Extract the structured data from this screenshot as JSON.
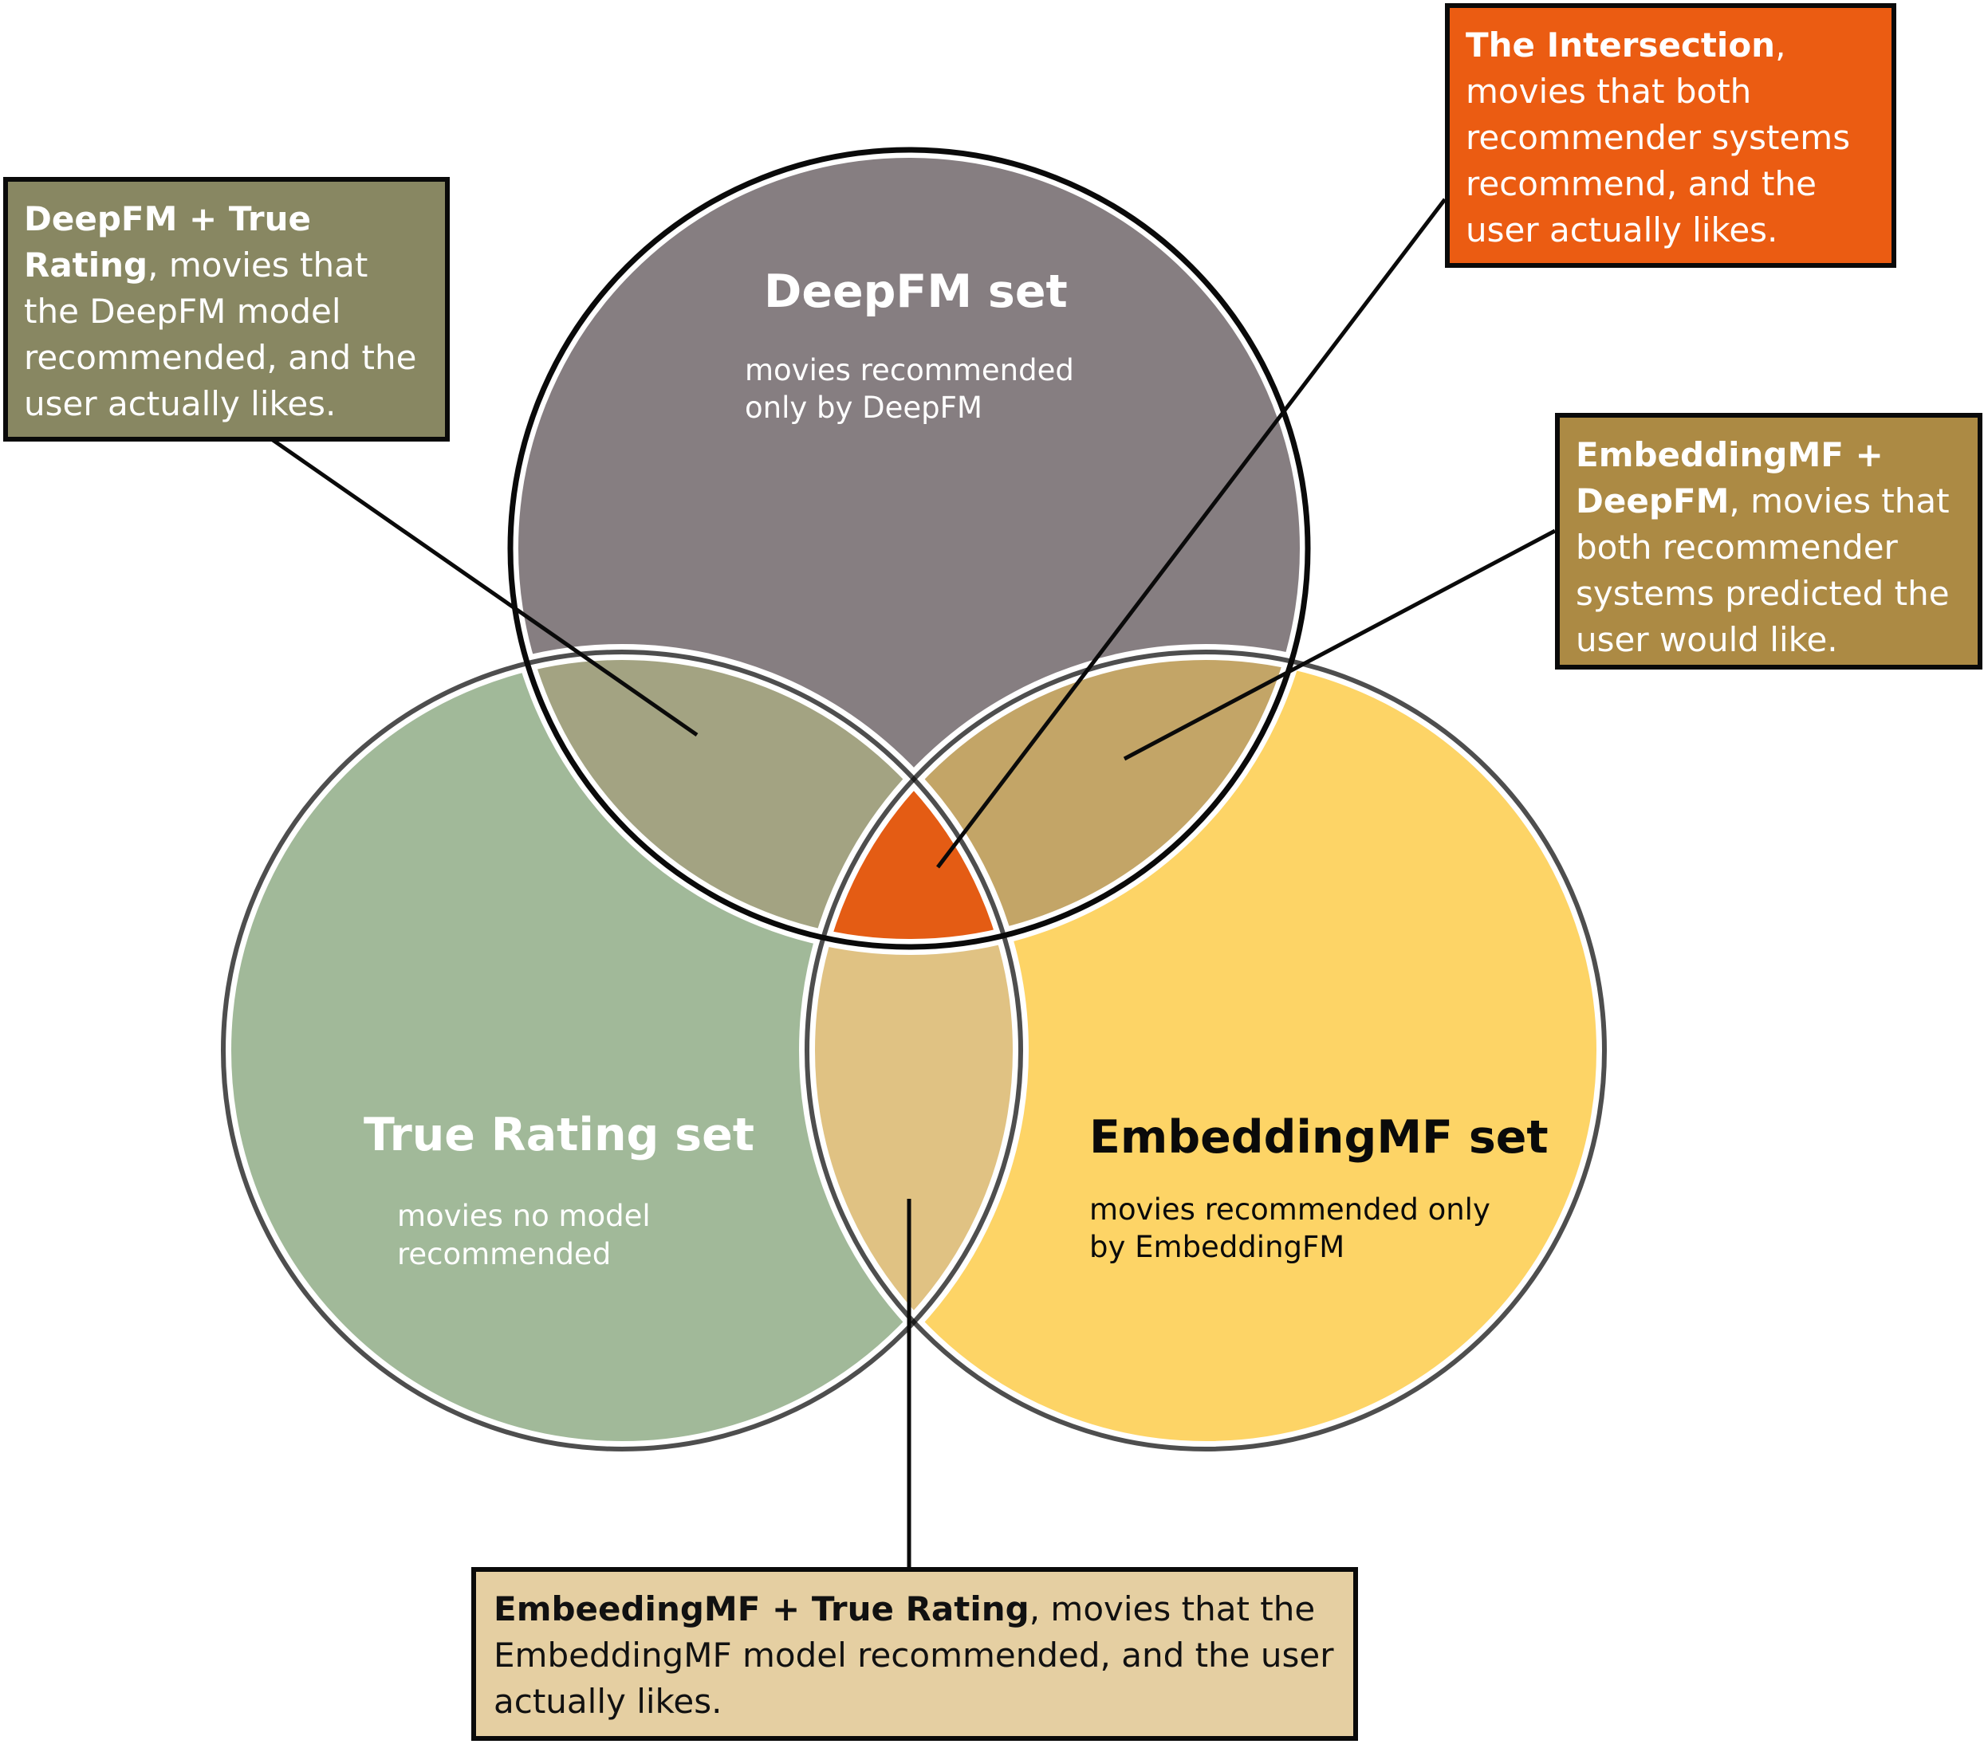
{
  "colors": {
    "deepfm_fill": "#867e81",
    "true_rating_fill": "#a1b999",
    "embeddingmf_fill": "#fdd466",
    "deepfm_true_overlap": "#a3a382",
    "emb_deepfm_overlap": "#c3a567",
    "emb_true_overlap": "#e0c283",
    "intersection_fill": "#e45c14",
    "stroke": "#0a0a0a"
  },
  "sets": {
    "deepfm": {
      "title": "DeepFM set",
      "subtitle_line1": "movies recommended",
      "subtitle_line2": "only by DeepFM"
    },
    "true_rating": {
      "title": "True Rating set",
      "subtitle_line1": "movies no model",
      "subtitle_line2": "recommended"
    },
    "embeddingmf": {
      "title": "EmbeddingMF set",
      "subtitle_line1": "movies recommended only",
      "subtitle_line2": "by EmbeddingFM"
    }
  },
  "callouts": {
    "deepfm_true": {
      "bold": "DeepFM + True Rating",
      "text": ", movies that the DeepFM model recommended, and the user actually likes."
    },
    "intersection": {
      "bold": "The Intersection",
      "text": ", movies that both recommender systems recommend, and the user actually likes."
    },
    "emb_deepfm": {
      "bold": "EmbeddingMF + DeepFM",
      "text": ", movies that both recommender systems predicted the user would like."
    },
    "emb_true": {
      "bold": "EmbeedingMF + True Rating",
      "text": ", movies that the EmbeddingMF model recommended, and the user actually likes."
    }
  }
}
